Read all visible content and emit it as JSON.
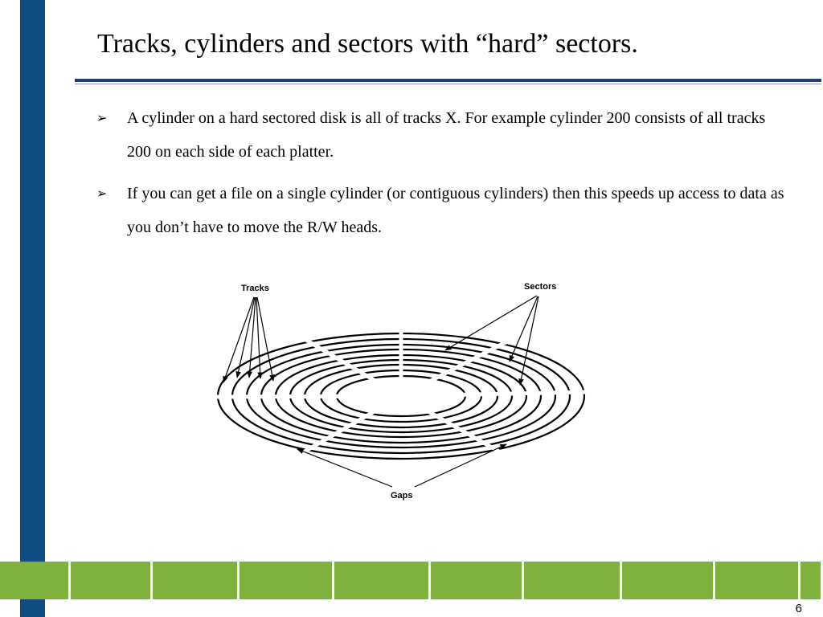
{
  "slide": {
    "title": "Tracks, cylinders and sectors with “hard” sectors.",
    "bullets": [
      {
        "marker": "➢",
        "text": "A cylinder on a hard sectored disk is all of tracks X. For example cylinder 200 consists of all tracks 200 on each side of each platter."
      },
      {
        "marker": "➢",
        "text": "If you can get a file on a single cylinder (or contiguous cylinders) then this speeds up access to data as you don’t have to move the R/W heads."
      }
    ],
    "diagram": {
      "labels": {
        "tracks": "Tracks",
        "sectors": "Sectors",
        "gaps": "Gaps"
      }
    },
    "page_number": "6"
  },
  "colors": {
    "left_bar": "#0f4c81",
    "title_rule": "#1f3f73",
    "footer": "#7fb13d"
  }
}
